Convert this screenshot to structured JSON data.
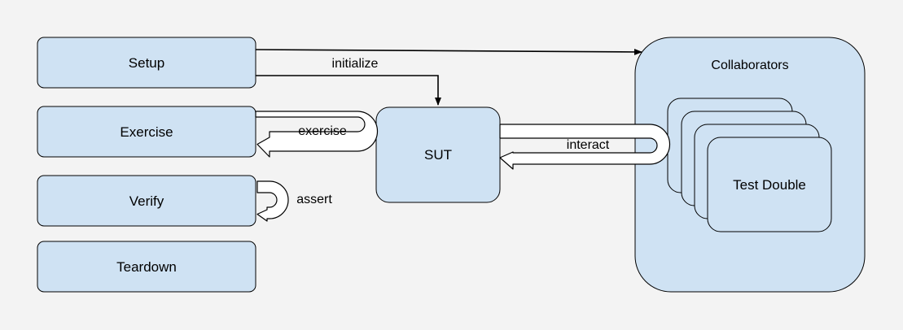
{
  "boxes": {
    "setup": "Setup",
    "exercise": "Exercise",
    "verify": "Verify",
    "teardown": "Teardown",
    "sut": "SUT",
    "collaborators": "Collaborators",
    "test_double": "Test Double"
  },
  "labels": {
    "initialize": "initialize",
    "exercise": "exercise",
    "assert": "assert",
    "interact": "interact"
  },
  "colors": {
    "box_fill": "#cfe2f3",
    "background": "#f3f3f3",
    "stroke": "#000000"
  }
}
